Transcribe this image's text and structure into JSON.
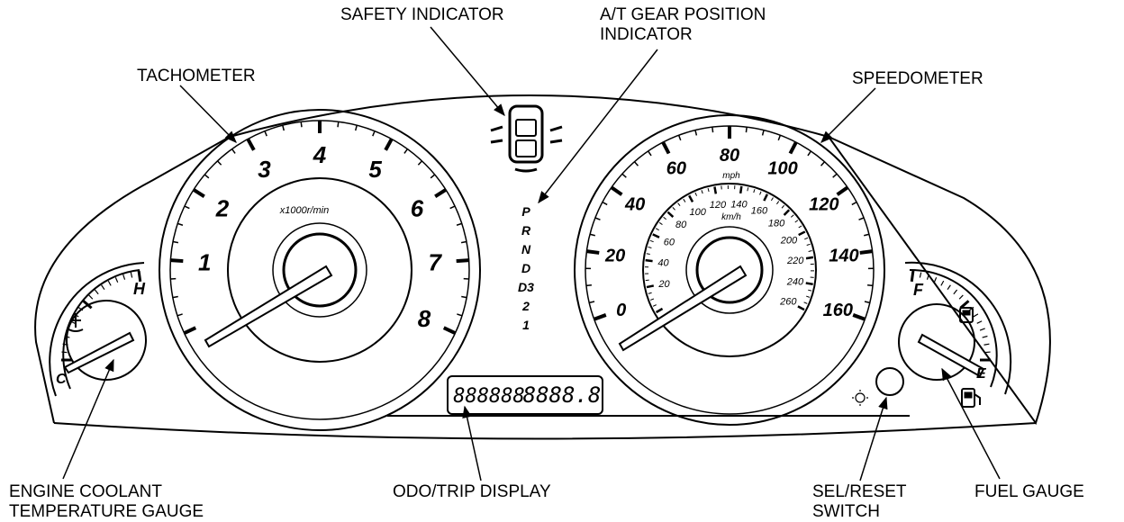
{
  "labels": {
    "safety_indicator": "SAFETY INDICATOR",
    "gear_position_1": "A/T GEAR POSITION",
    "gear_position_2": "INDICATOR",
    "tachometer": "TACHOMETER",
    "speedometer": "SPEEDOMETER",
    "coolant_1": "ENGINE COOLANT",
    "coolant_2": "TEMPERATURE GAUGE",
    "odo_trip": "ODO/TRIP DISPLAY",
    "sel_reset_1": "SEL/RESET",
    "sel_reset_2": "SWITCH",
    "fuel_gauge": "FUEL GAUGE"
  },
  "tachometer": {
    "numbers": [
      "1",
      "2",
      "3",
      "4",
      "5",
      "6",
      "7",
      "8"
    ],
    "unit": "x1000r/min"
  },
  "speedometer": {
    "mph_numbers": [
      "0",
      "20",
      "40",
      "60",
      "80",
      "100",
      "120",
      "140",
      "160"
    ],
    "mph_unit": "mph",
    "kmh_numbers": [
      "20",
      "40",
      "60",
      "80",
      "100",
      "120",
      "140",
      "160",
      "180",
      "200",
      "220",
      "240",
      "260"
    ],
    "kmh_unit": "km/h"
  },
  "gear_positions": [
    "P",
    "R",
    "N",
    "D",
    "D3",
    "2",
    "1"
  ],
  "temperature_gauge": {
    "hot": "H",
    "cold": "C"
  },
  "fuel_gauge": {
    "full": "F",
    "empty": "E"
  },
  "odo_display": {
    "left": "888888",
    "right": "8888.8"
  }
}
